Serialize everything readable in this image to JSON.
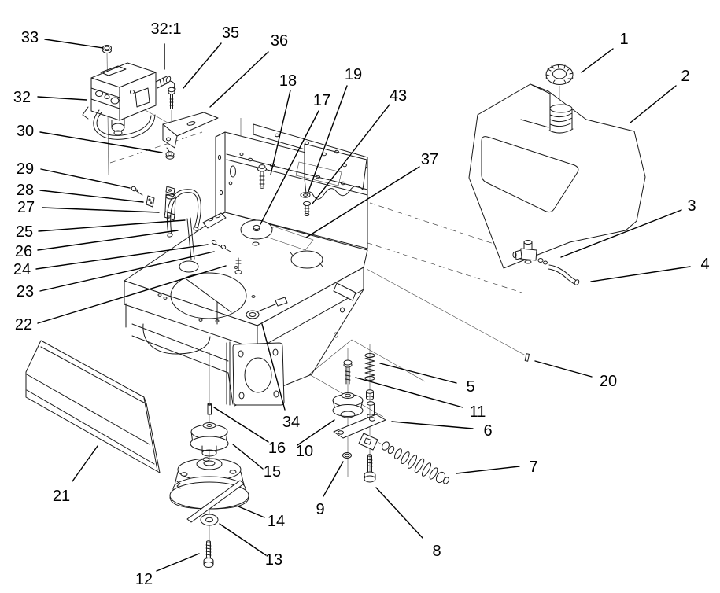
{
  "diagram": {
    "type": "exploded-parts-diagram",
    "colors": {
      "background": "#ffffff",
      "line": "#000000"
    },
    "callouts": {
      "n1": "1",
      "n2": "2",
      "n3": "3",
      "n4": "4",
      "n5": "5",
      "n6": "6",
      "n7": "7",
      "n8": "8",
      "n9": "9",
      "n10": "10",
      "n11": "11",
      "n12": "12",
      "n13": "13",
      "n14": "14",
      "n15": "15",
      "n16": "16",
      "n17": "17",
      "n18": "18",
      "n19": "19",
      "n20": "20",
      "n21": "21",
      "n22": "22",
      "n23": "23",
      "n24": "24",
      "n25": "25",
      "n26": "26",
      "n27": "27",
      "n28": "28",
      "n29": "29",
      "n30": "30",
      "n32": "32",
      "n32_1": "32:1",
      "n33": "33",
      "n34": "34",
      "n35": "35",
      "n36": "36",
      "n37": "37",
      "n43": "43"
    }
  }
}
